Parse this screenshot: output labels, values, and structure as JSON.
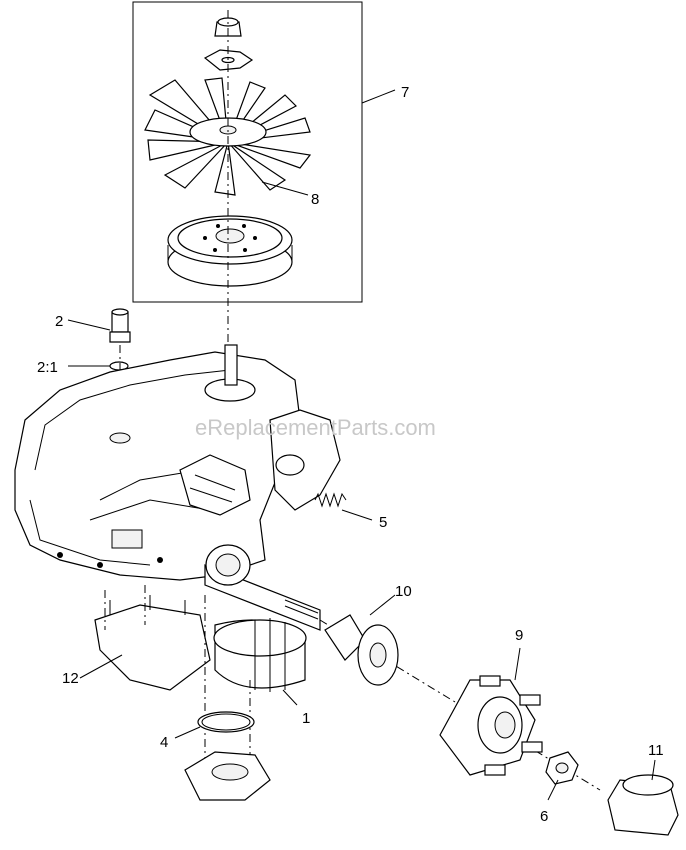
{
  "watermark": "eReplacementParts.com",
  "callouts": {
    "c1": "1",
    "c2": "2",
    "c2_1": "2:1",
    "c4": "4",
    "c5": "5",
    "c6": "6",
    "c7": "7",
    "c8": "8",
    "c9": "9",
    "c10": "10",
    "c11": "11",
    "c12": "12"
  }
}
